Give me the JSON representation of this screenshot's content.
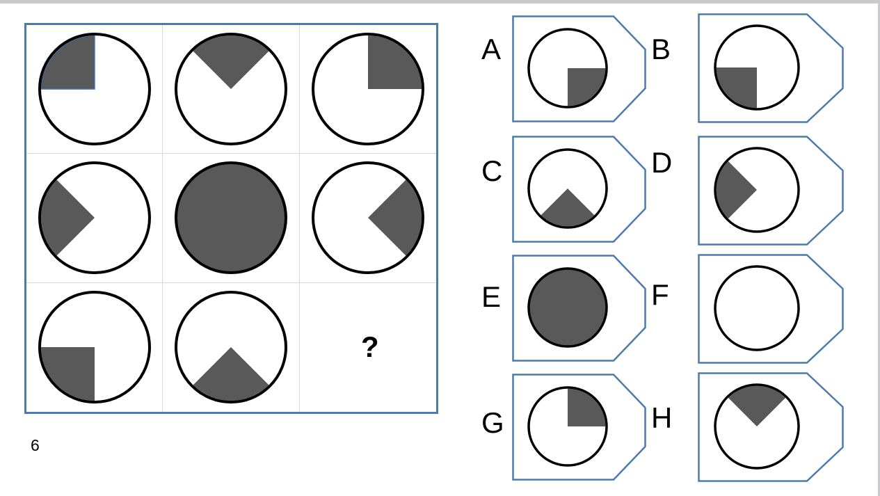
{
  "page": {
    "number": "6",
    "question_mark": "?"
  },
  "colors": {
    "accent_blue": "#4d7aac",
    "shape_gray": "#595959",
    "circle_stroke": "#000000",
    "grid_line": "#d9d9d9",
    "window_edge": "#c9c9d0"
  },
  "puzzle_grid": {
    "rows": 3,
    "cols": 3,
    "cells": [
      {
        "id": "r1c1",
        "wedge": "sector",
        "start": 90,
        "end": 180,
        "shaded": "top-left-quarter",
        "arc_outline": "#4472c4"
      },
      {
        "id": "r1c2",
        "wedge": "sector",
        "start": 45,
        "end": 135,
        "shaded": "top-quarter-v"
      },
      {
        "id": "r1c3",
        "wedge": "sector",
        "start": 0,
        "end": 90,
        "shaded": "top-right-quarter"
      },
      {
        "id": "r2c1",
        "wedge": "sector",
        "start": 135,
        "end": 225,
        "shaded": "left-quarter-arrow-right"
      },
      {
        "id": "r2c2",
        "wedge": "full",
        "shaded": "full-circle"
      },
      {
        "id": "r2c3",
        "wedge": "sector",
        "start": 315,
        "end": 405,
        "shaded": "right-quarter-arrow-left"
      },
      {
        "id": "r3c1",
        "wedge": "sector",
        "start": 180,
        "end": 270,
        "shaded": "bottom-left-quarter"
      },
      {
        "id": "r3c2",
        "wedge": "sector",
        "start": 225,
        "end": 315,
        "shaded": "bottom-quarter-peak"
      },
      {
        "id": "r3c3",
        "wedge": "question",
        "question_mark": "?",
        "shaded": "unknown"
      }
    ]
  },
  "options": [
    {
      "label": "A",
      "wedge": "sector",
      "start": 270,
      "end": 360,
      "shaded": "bottom-right-quarter"
    },
    {
      "label": "B",
      "wedge": "sector",
      "start": 180,
      "end": 270,
      "shaded": "bottom-left-quarter"
    },
    {
      "label": "C",
      "wedge": "sector",
      "start": 225,
      "end": 315,
      "shaded": "bottom-quarter-peak"
    },
    {
      "label": "D",
      "wedge": "sector",
      "start": 135,
      "end": 225,
      "shaded": "left-quarter-arrow-right"
    },
    {
      "label": "E",
      "wedge": "full",
      "shaded": "full-circle"
    },
    {
      "label": "F",
      "wedge": "none",
      "shaded": "empty-circle"
    },
    {
      "label": "G",
      "wedge": "sector",
      "start": 0,
      "end": 90,
      "shaded": "top-right-quarter"
    },
    {
      "label": "H",
      "wedge": "sector",
      "start": 45,
      "end": 135,
      "shaded": "top-quarter-v"
    }
  ]
}
